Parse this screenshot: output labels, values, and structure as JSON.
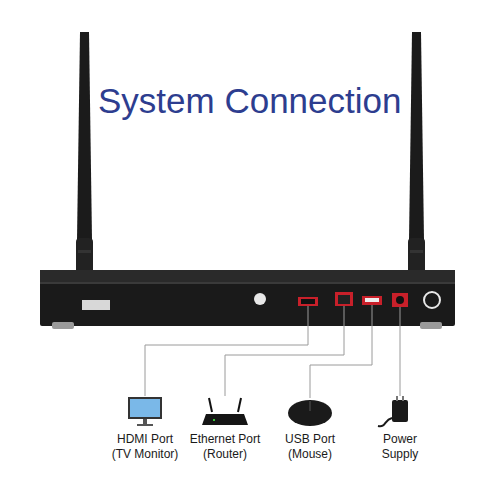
{
  "diagram": {
    "title": "System Connection",
    "labels": [
      "HDMI Port (TV Monitor)",
      "Ethernet Port (Router)",
      "USB Port (Mouse)",
      "Power Supply"
    ]
  }
}
